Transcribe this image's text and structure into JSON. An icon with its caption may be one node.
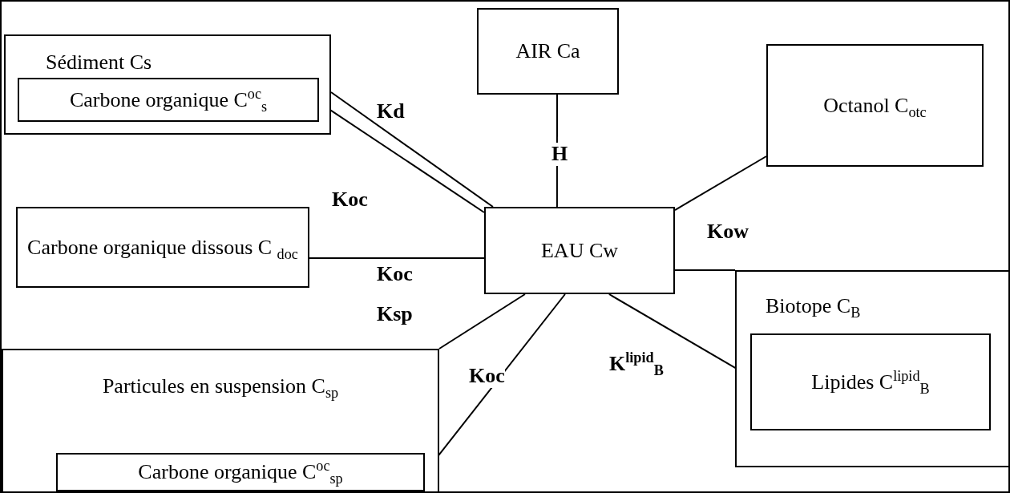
{
  "diagram": {
    "nodes": [
      {
        "text": [
          "Sédiment Cs"
        ]
      },
      {
        "text": [
          "Carbone organique C$^{oc}$$_{s}$"
        ],
        "in": 0
      },
      {
        "text": [
          "AIR Ca"
        ]
      },
      {
        "text": [
          "Octanol C$_{otc}$"
        ]
      },
      {
        "text": [
          "Carbone organique dissous C $_{doc}$"
        ]
      },
      {
        "text": [
          "EAU Cw"
        ]
      },
      {
        "text": [
          "Biotope C$_{B}$"
        ]
      },
      {
        "text": [
          "Lipides C$^{lipid}$$_{B}$"
        ],
        "in": 6
      },
      {
        "text": [
          "Particules en suspension C$_{sp}$"
        ]
      },
      {
        "text": [
          "Carbone organique C$^{oc}$$_{sp}$"
        ],
        "in": 8
      }
    ],
    "edges": [
      {
        "from": 0,
        "to": 5,
        "arrow": "none",
        "label": "Kd"
      },
      {
        "from": 1,
        "to": 5,
        "arrow": "none",
        "label": "Koc"
      },
      {
        "from": 2,
        "to": 5,
        "arrow": "none",
        "label": "H"
      },
      {
        "from": 3,
        "to": 5,
        "arrow": "none",
        "label": "Kow"
      },
      {
        "from": 4,
        "to": 5,
        "arrow": "none",
        "label": "Koc"
      },
      {
        "from": 5,
        "to": 8,
        "arrow": "none",
        "label": "Ksp"
      },
      {
        "from": 5,
        "to": 9,
        "arrow": "none",
        "label": "Koc"
      },
      {
        "from": 5,
        "to": 7,
        "arrow": "none",
        "label": "K$^{lipid}$$_{B}$"
      },
      {
        "from": 5,
        "to": 6,
        "arrow": "none"
      }
    ]
  }
}
